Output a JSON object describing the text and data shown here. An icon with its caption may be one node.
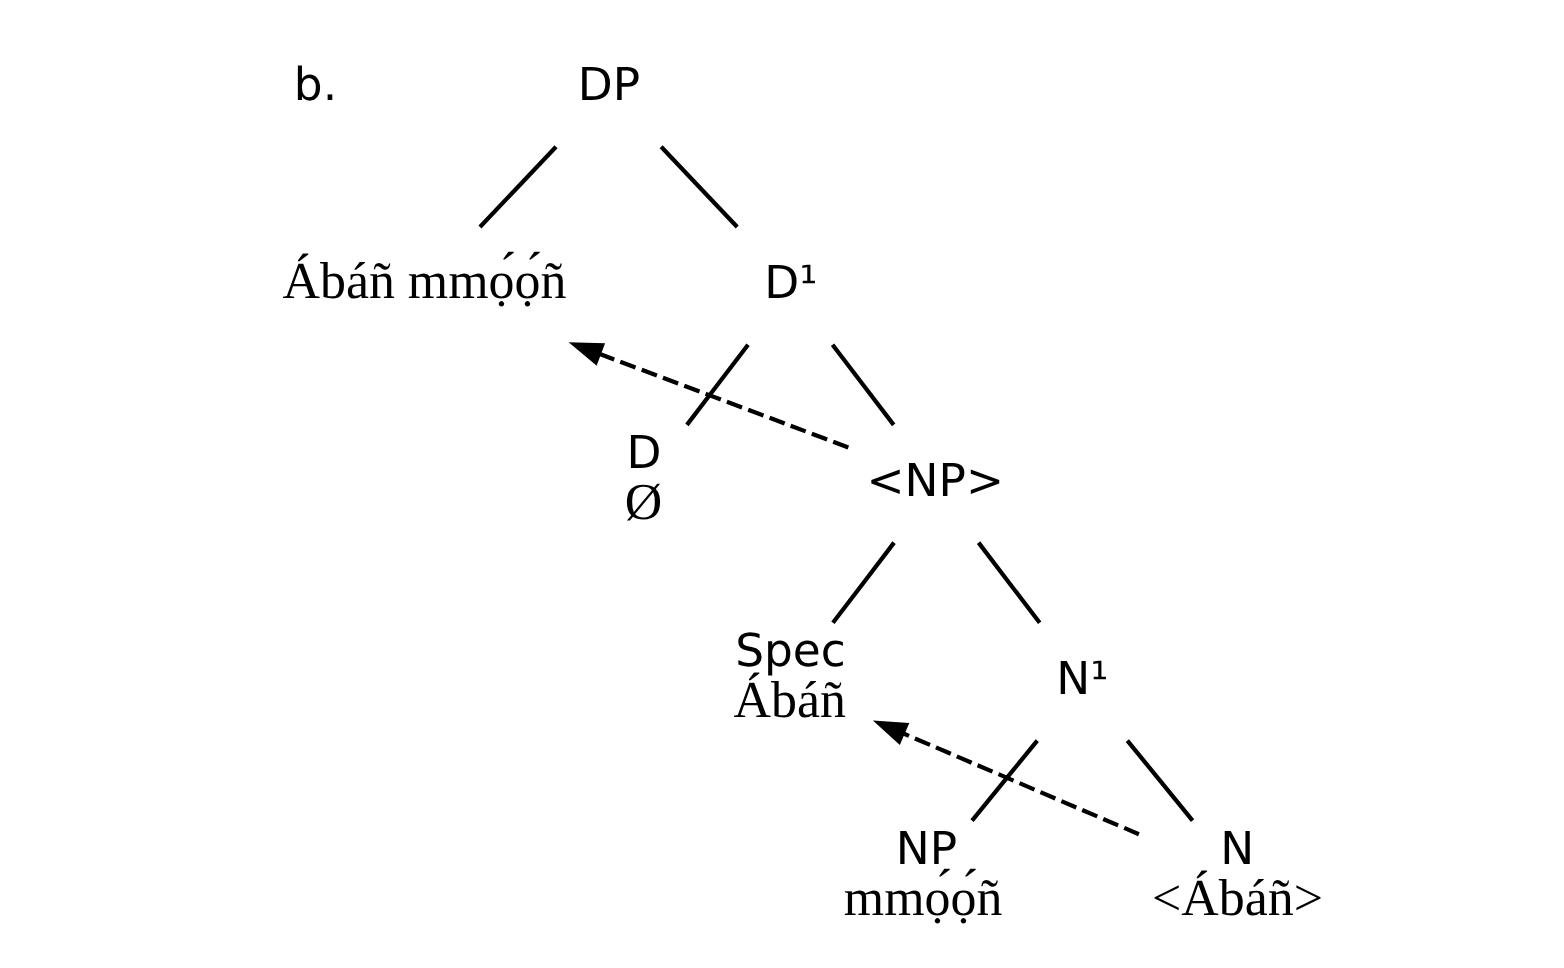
{
  "diagram": {
    "nodes": [
      {
        "text": [
          "DP"
        ]
      },
      {
        "text": [
          "Ábáñ mmọ́ọ́ñ"
        ]
      },
      {
        "text": [
          "D¹"
        ]
      },
      {
        "text": [
          "D",
          "Ø"
        ]
      },
      {
        "text": [
          "<NP>"
        ]
      },
      {
        "text": [
          "Spec",
          "Ábáñ"
        ]
      },
      {
        "text": [
          "N¹"
        ]
      },
      {
        "text": [
          "NP",
          "mmọ́ọ́ñ"
        ]
      },
      {
        "text": [
          "N",
          "<Ábáñ>"
        ]
      }
    ],
    "edges": [
      {
        "from": 0,
        "to": 1,
        "arrow": "none"
      },
      {
        "from": 0,
        "to": 2,
        "arrow": "none"
      },
      {
        "from": 2,
        "to": 3,
        "arrow": "none"
      },
      {
        "from": 2,
        "to": 4,
        "arrow": "none"
      },
      {
        "from": 4,
        "to": 5,
        "arrow": "none"
      },
      {
        "from": 4,
        "to": 6,
        "arrow": "none"
      },
      {
        "from": 6,
        "to": 7,
        "arrow": "none"
      },
      {
        "from": 6,
        "to": 8,
        "arrow": "none"
      },
      {
        "from": 8,
        "to": 5,
        "arrow": "to",
        "style": "dashed"
      },
      {
        "from": 4,
        "to": 1,
        "arrow": "to",
        "style": "dashed"
      }
    ],
    "labels": [
      "b."
    ]
  }
}
